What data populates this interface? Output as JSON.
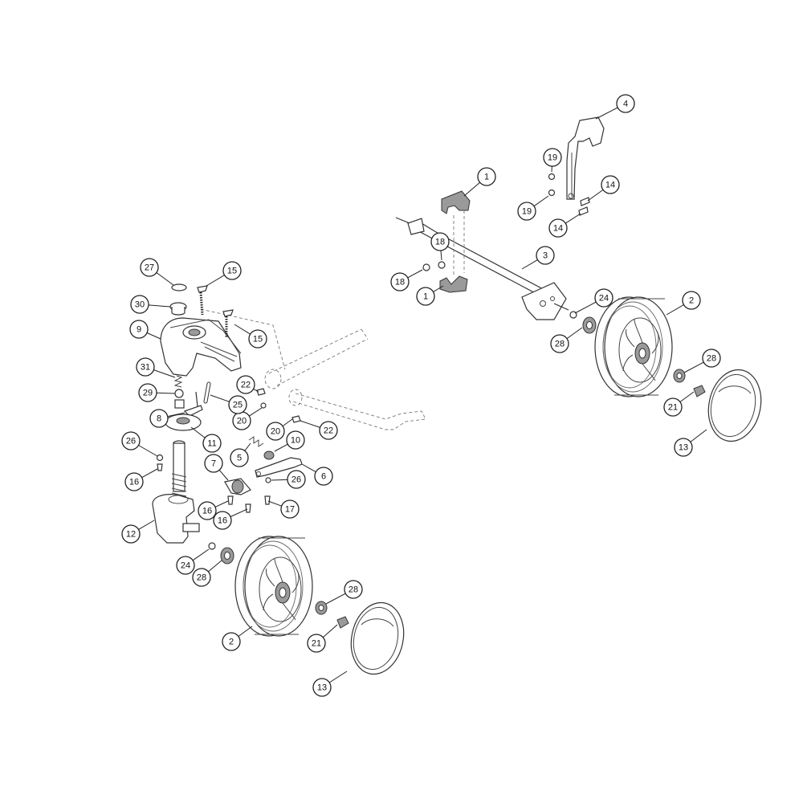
{
  "diagram": {
    "callouts": [
      {
        "id": "c1a",
        "label": "1"
      },
      {
        "id": "c1b",
        "label": "1"
      },
      {
        "id": "c2a",
        "label": "2"
      },
      {
        "id": "c2b",
        "label": "2"
      },
      {
        "id": "c3",
        "label": "3"
      },
      {
        "id": "c4",
        "label": "4"
      },
      {
        "id": "c5",
        "label": "5"
      },
      {
        "id": "c6",
        "label": "6"
      },
      {
        "id": "c7",
        "label": "7"
      },
      {
        "id": "c8",
        "label": "8"
      },
      {
        "id": "c9",
        "label": "9"
      },
      {
        "id": "c10",
        "label": "10"
      },
      {
        "id": "c11",
        "label": "11"
      },
      {
        "id": "c12",
        "label": "12"
      },
      {
        "id": "c13a",
        "label": "13"
      },
      {
        "id": "c13b",
        "label": "13"
      },
      {
        "id": "c14a",
        "label": "14"
      },
      {
        "id": "c14b",
        "label": "14"
      },
      {
        "id": "c15a",
        "label": "15"
      },
      {
        "id": "c15b",
        "label": "15"
      },
      {
        "id": "c16a",
        "label": "16"
      },
      {
        "id": "c16b",
        "label": "16"
      },
      {
        "id": "c16c",
        "label": "16"
      },
      {
        "id": "c17",
        "label": "17"
      },
      {
        "id": "c18a",
        "label": "18"
      },
      {
        "id": "c18b",
        "label": "18"
      },
      {
        "id": "c19a",
        "label": "19"
      },
      {
        "id": "c19b",
        "label": "19"
      },
      {
        "id": "c20a",
        "label": "20"
      },
      {
        "id": "c20b",
        "label": "20"
      },
      {
        "id": "c21a",
        "label": "21"
      },
      {
        "id": "c21b",
        "label": "21"
      },
      {
        "id": "c22a",
        "label": "22"
      },
      {
        "id": "c22b",
        "label": "22"
      },
      {
        "id": "c24a",
        "label": "24"
      },
      {
        "id": "c24b",
        "label": "24"
      },
      {
        "id": "c25",
        "label": "25"
      },
      {
        "id": "c26a",
        "label": "26"
      },
      {
        "id": "c26b",
        "label": "26"
      },
      {
        "id": "c27",
        "label": "27"
      },
      {
        "id": "c28a",
        "label": "28"
      },
      {
        "id": "c28b",
        "label": "28"
      },
      {
        "id": "c28c",
        "label": "28"
      },
      {
        "id": "c28d",
        "label": "28"
      },
      {
        "id": "c29",
        "label": "29"
      },
      {
        "id": "c30",
        "label": "30"
      },
      {
        "id": "c31",
        "label": "31"
      }
    ]
  }
}
